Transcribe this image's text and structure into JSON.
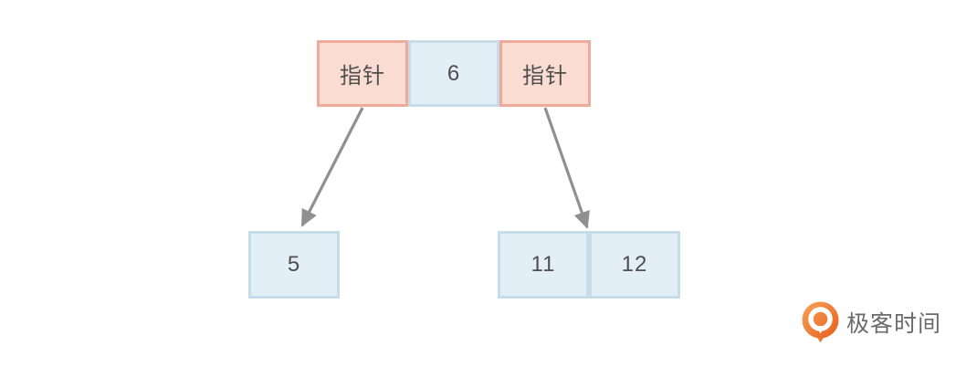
{
  "diagram": {
    "description": "tree node with two pointers and a value, linking to two child nodes",
    "root_node": {
      "cells": [
        {
          "type": "pointer",
          "label": "指针"
        },
        {
          "type": "value",
          "label": "6"
        },
        {
          "type": "pointer",
          "label": "指针"
        }
      ]
    },
    "left_child": {
      "cells": [
        {
          "type": "value",
          "label": "5"
        }
      ]
    },
    "right_child": {
      "cells": [
        {
          "type": "value",
          "label": "11"
        },
        {
          "type": "value",
          "label": "12"
        }
      ]
    },
    "arrows": [
      {
        "name": "left-pointer-arrow",
        "from": "root left pointer cell",
        "to": "left child node"
      },
      {
        "name": "right-pointer-arrow",
        "from": "root right pointer cell",
        "to": "right child node"
      }
    ],
    "colors": {
      "pointer_fill": "#fadcd3",
      "pointer_border": "#eeab9b",
      "value_fill": "#e2eff6",
      "value_border": "#c6dde9",
      "arrow": "#909090",
      "text": "#4f4f4f"
    }
  },
  "logo": {
    "text": "极客时间",
    "brand_color_top": "#f6a35a",
    "brand_color_bottom": "#e85d1c",
    "text_color": "#6b6b6b"
  }
}
